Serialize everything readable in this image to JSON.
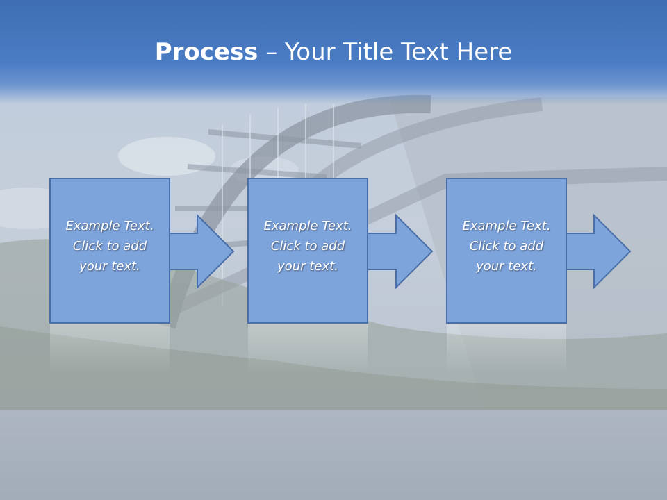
{
  "title": {
    "bold": "Process",
    "rest": " – Your Title Text Here"
  },
  "steps": [
    {
      "lines": [
        "Example Text.",
        "Click  to add",
        "your text."
      ]
    },
    {
      "lines": [
        "Example Text.",
        "Click  to add",
        "your text."
      ]
    },
    {
      "lines": [
        "Example Text.",
        "Click  to add",
        "your text."
      ]
    }
  ],
  "colors": {
    "title_bar": "#4a7cc4",
    "box_fill": "#7ea4dc",
    "box_stroke": "#4a6fa8"
  }
}
